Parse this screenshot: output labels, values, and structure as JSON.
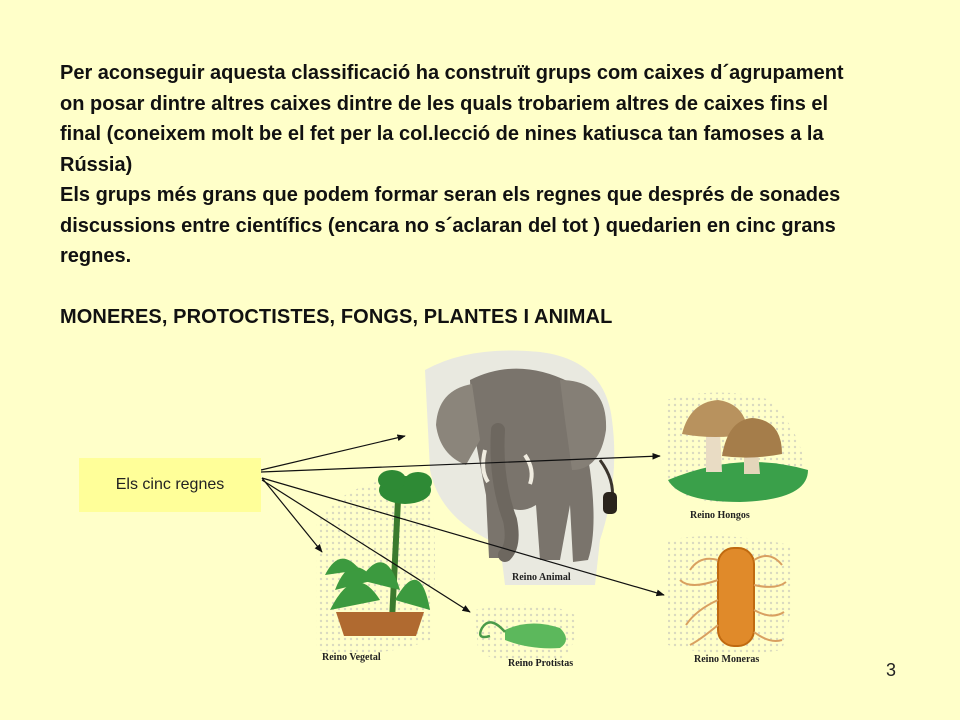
{
  "paragraphs": [
    "Per aconseguir aquesta classificació ha construït grups com caixes d´agrupament on posar dintre altres caixes dintre de les quals trobariem altres de caixes fins el final (coneixem molt be el fet per la col.lecció de nines katiusca tan famoses a la Rússia)",
    "Els grups més grans que podem formar seran els regnes que després de sonades discussions entre científics (encara no s´aclaran del tot ) quedarien en cinc grans regnes.",
    "MONERES, PROTOCTISTES, FONGS, PLANTES I ANIMAL"
  ],
  "diagram": {
    "root_label": "Els cinc regnes",
    "kingdoms": [
      {
        "id": "animal",
        "caption": "Reino Animal",
        "icon": "elephant"
      },
      {
        "id": "hongos",
        "caption": "Reino Hongos",
        "icon": "mushroom"
      },
      {
        "id": "vegetal",
        "caption": "Reino Vegetal",
        "icon": "plant"
      },
      {
        "id": "protistas",
        "caption": "Reino Protistas",
        "icon": "protist"
      },
      {
        "id": "moneras",
        "caption": "Reino Moneras",
        "icon": "bacteria"
      }
    ]
  },
  "page_number": "3",
  "colors": {
    "background": "#FFFFC9",
    "label_box": "#FFFF99",
    "arrow": "#111111"
  }
}
